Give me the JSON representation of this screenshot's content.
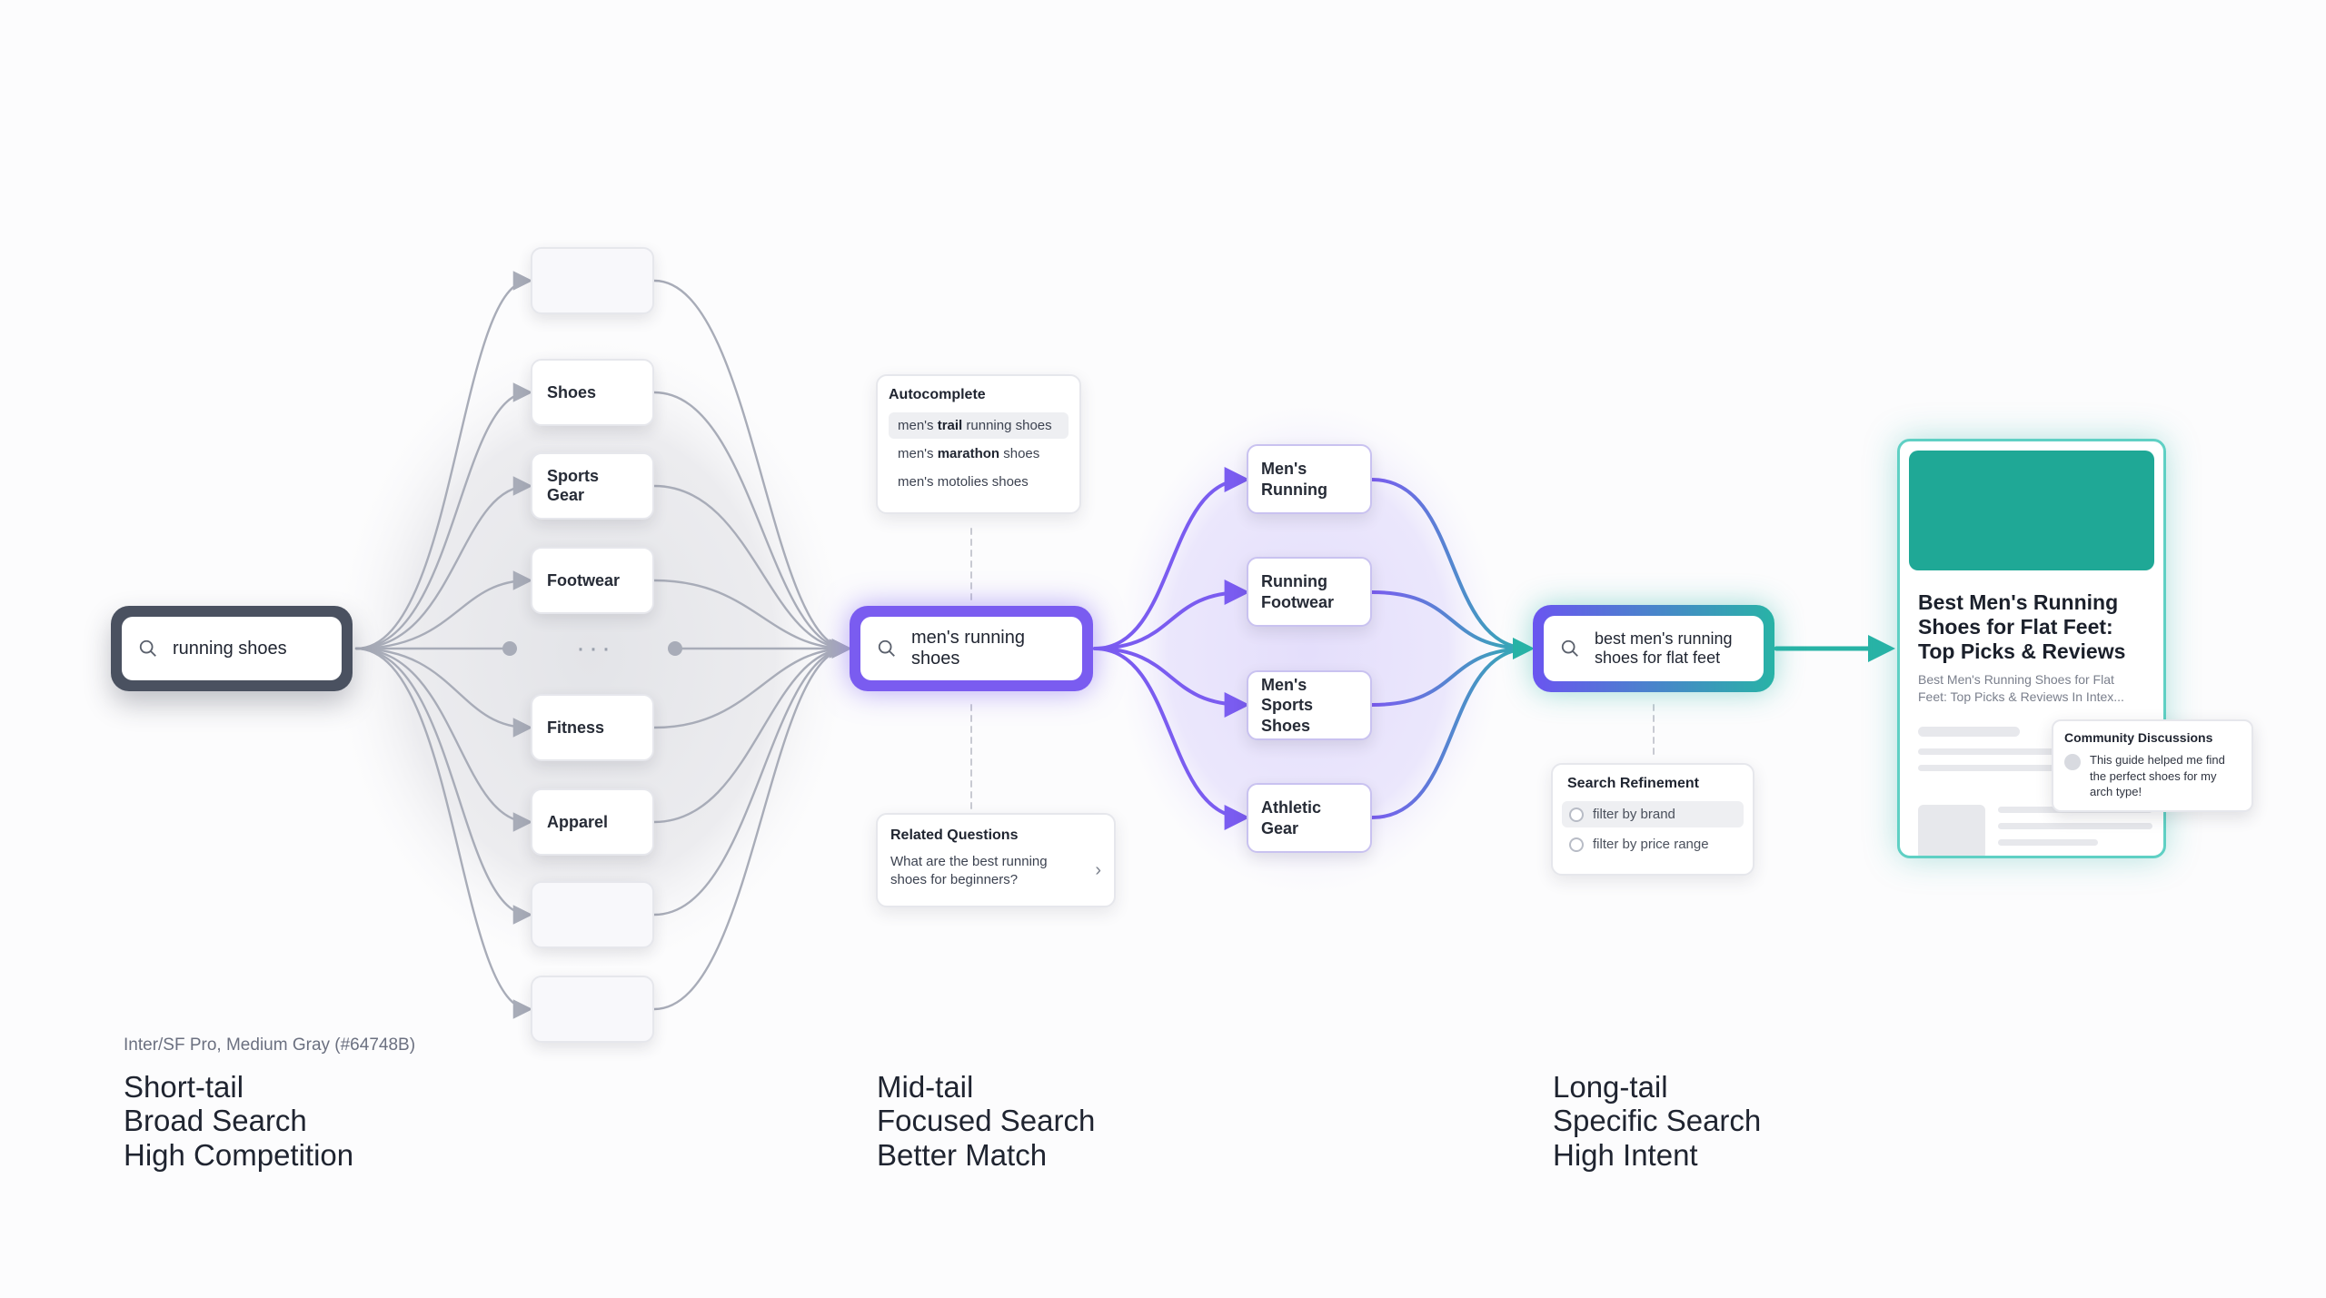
{
  "caption": "Inter/SF Pro, Medium Gray (#64748B)",
  "colors": {
    "short_tail": "#4a5160",
    "mid_tail": "#7a5cf0",
    "long_tail": "#28b3a6",
    "caption_gray": "#64748B"
  },
  "short_tail": {
    "query": "running shoes",
    "related_nodes": [
      "",
      "Shoes",
      "Sports Gear",
      "Footwear",
      "Fitness",
      "Apparel",
      "",
      ""
    ],
    "ellipsis": "···",
    "labels": [
      "Short-tail",
      "Broad Search",
      "High Competition"
    ]
  },
  "mid_tail": {
    "query": "men's running shoes",
    "autocomplete": {
      "title": "Autocomplete",
      "items": [
        {
          "pre": "men's ",
          "bold": "trail",
          "post": " running shoes"
        },
        {
          "pre": "men's ",
          "bold": "marathon",
          "post": " shoes"
        },
        {
          "pre": "men's motolies shoes",
          "bold": "",
          "post": ""
        }
      ]
    },
    "related_questions": {
      "title": "Related Questions",
      "question": "What are the best running shoes for beginners?"
    },
    "related_nodes": [
      "Men's Running",
      "Running Footwear",
      "Men's Sports Shoes",
      "Athletic Gear"
    ],
    "labels": [
      "Mid-tail",
      "Focused Search",
      "Better Match"
    ]
  },
  "long_tail": {
    "query": "best men's running shoes for flat feet",
    "refinement": {
      "title": "Search Refinement",
      "options": [
        "filter by brand",
        "filter by price range"
      ]
    },
    "labels": [
      "Long-tail",
      "Specific Search",
      "High Intent"
    ]
  },
  "result": {
    "title": "Best Men's Running Shoes for Flat Feet: Top Picks & Reviews",
    "snippet": "Best Men's Running Shoes for Flat Feet: Top Picks & Reviews In Intex...",
    "community": {
      "title": "Community Discussions",
      "comment": "This guide helped me find the perfect shoes for my arch type!"
    }
  },
  "icons": [
    "search-icon",
    "chevron-right-icon",
    "arrow-icon"
  ]
}
